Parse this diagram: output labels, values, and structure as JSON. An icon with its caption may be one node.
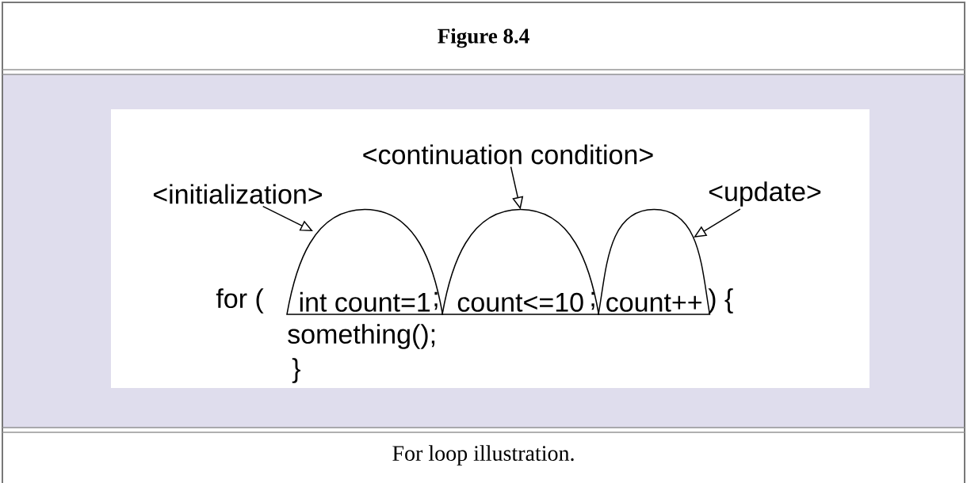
{
  "diagram": {
    "title": "Figure 8.4",
    "caption": "For loop illustration.",
    "nodes": [
      {
        "text": [
          "<continuation condition>"
        ]
      },
      {
        "text": [
          "<initialization>"
        ]
      },
      {
        "text": [
          "<update>"
        ]
      },
      {
        "text": [
          "int count=1"
        ]
      },
      {
        "text": [
          "count<=10"
        ]
      },
      {
        "text": [
          "count++"
        ]
      }
    ],
    "edges": [
      {
        "from": 1,
        "to": 3,
        "arrow": "to"
      },
      {
        "from": 0,
        "to": 4,
        "arrow": "to"
      },
      {
        "from": 2,
        "to": 5,
        "arrow": "to"
      }
    ],
    "labels": [
      "for (",
      ";",
      ";",
      ") {",
      "something();",
      "}"
    ]
  }
}
